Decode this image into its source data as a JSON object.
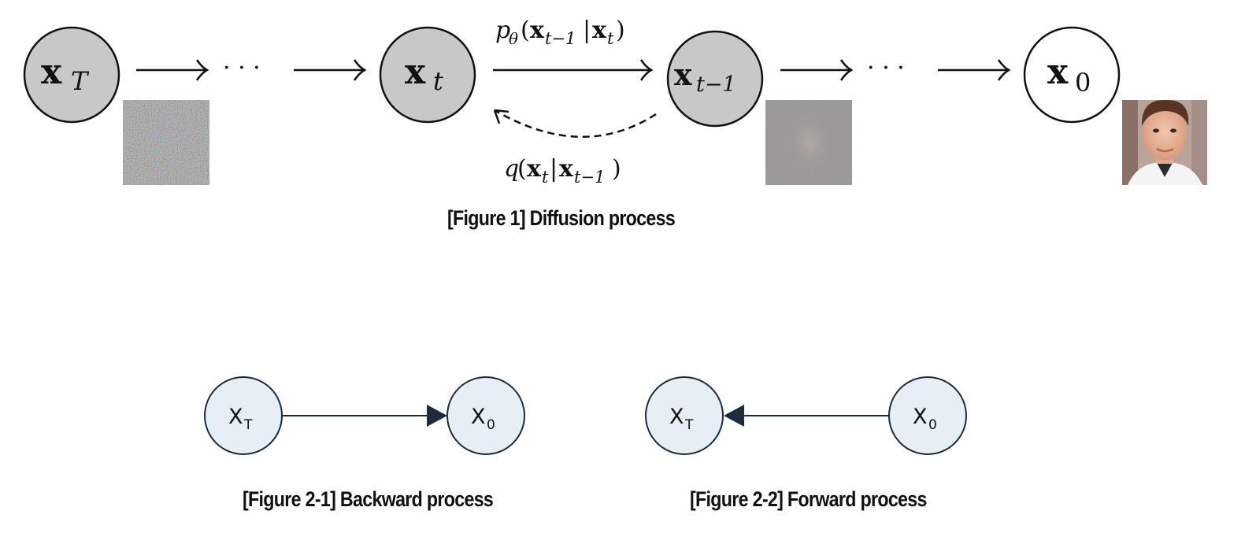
{
  "figure1": {
    "nodes": [
      {
        "base": "x",
        "sub": "T",
        "filled": true
      },
      {
        "base": "x",
        "sub": "t",
        "filled": true
      },
      {
        "base": "x",
        "sub": "t−1",
        "filled": true
      },
      {
        "base": "x",
        "sub": "0",
        "filled": false
      }
    ],
    "ellipsis": "· · ·",
    "reverse_label": "pθ(xt−1|xt)",
    "reverse_label_parts": {
      "p": "p",
      "theta": "θ",
      "open": "(",
      "x1": "x",
      "s1": "t−1",
      "bar": "|",
      "x2": "x",
      "s2": "t",
      "close": ")"
    },
    "forward_label": "q(xt|xt−1)",
    "forward_label_parts": {
      "q": "q",
      "open": "(",
      "x1": "x",
      "s1": "t",
      "bar": "|",
      "x2": "x",
      "s2": "t−1",
      "close": ")"
    },
    "images": [
      "noise-image",
      "noisy-face-image",
      "face-image"
    ],
    "caption": "[Figure 1] Diffusion process"
  },
  "figure2_1": {
    "left_node": {
      "base": "X",
      "sub": "T"
    },
    "right_node": {
      "base": "X",
      "sub": "0"
    },
    "caption": "[Figure 2-1] Backward process"
  },
  "figure2_2": {
    "left_node": {
      "base": "X",
      "sub": "T"
    },
    "right_node": {
      "base": "X",
      "sub": "0"
    },
    "caption": "[Figure 2-2] Forward process"
  },
  "colors": {
    "fig1_node_fill": "#c8c8c8",
    "fig2_node_fill": "#e6eef6",
    "fig2_stroke": "#1e2b3a"
  }
}
